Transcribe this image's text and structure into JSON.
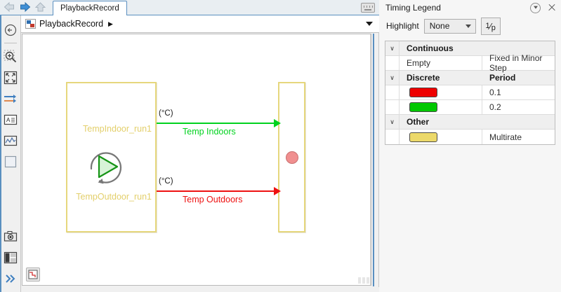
{
  "editor": {
    "tabbar": {
      "back_icon": "back-arrow-icon",
      "forward_icon": "forward-arrow-icon",
      "up_icon": "up-arrow-icon",
      "tab_label": "PlaybackRecord",
      "keyboard_icon": "keyboard-icon"
    },
    "breadcrumb": {
      "model_icon": "model-icon",
      "label": "PlaybackRecord",
      "caret": "▶",
      "dropdown_icon": "chevron-down-icon"
    },
    "toolbar": {
      "items": [
        {
          "name": "navigate-back-icon",
          "tooltip": "Navigate back"
        },
        {
          "name": "zoom-in-icon",
          "tooltip": "Zoom"
        },
        {
          "name": "fit-to-view-icon",
          "tooltip": "Fit to view"
        },
        {
          "name": "signal-lines-icon",
          "tooltip": "Signals"
        },
        {
          "name": "annotation-icon",
          "tooltip": "Annotation"
        },
        {
          "name": "scope-icon",
          "tooltip": "Scope"
        },
        {
          "name": "blank-block-icon",
          "tooltip": "Block"
        },
        {
          "name": "camera-icon",
          "tooltip": "Snapshot"
        },
        {
          "name": "layout-panels-icon",
          "tooltip": "Layout"
        },
        {
          "name": "more-chevrons-icon",
          "tooltip": "More"
        }
      ]
    },
    "canvas": {
      "blocks": [
        {
          "name": "playback-block",
          "port_labels": [
            "TempIndoor_run1",
            "TempOutdoor_run1"
          ],
          "glyph": "playback-play-loop-icon"
        },
        {
          "name": "sink-block",
          "glyph": "sink-dot-icon"
        }
      ],
      "signals": [
        {
          "unit": "(°C)",
          "label": "Temp Indoors",
          "color": "#00d21e"
        },
        {
          "unit": "(°C)",
          "label": "Temp Outdoors",
          "color": "#ee1111"
        }
      ],
      "block_border_color": "#e6d77d",
      "port_label_color": "#e3cf6b",
      "scope_badge_icon": "step-plot-icon",
      "resize_grip_icon": "resize-grip-icon"
    }
  },
  "legend": {
    "title": "Timing Legend",
    "menu_icon": "panel-menu-icon",
    "close_icon": "close-icon",
    "highlight_label": "Highlight",
    "highlight_value": "None",
    "inverse_period_button": {
      "numerator": "1",
      "slash": "⁄",
      "denominator": "p"
    },
    "table": {
      "rows": [
        {
          "kind": "group",
          "twisty": "∨",
          "c1": "Continuous",
          "c2": ""
        },
        {
          "kind": "item",
          "twisty": "",
          "c1": "Empty",
          "c2": "Fixed in Minor Step"
        },
        {
          "kind": "group",
          "twisty": "∨",
          "c1": "Discrete",
          "c2": "Period"
        },
        {
          "kind": "swatch",
          "twisty": "",
          "color": "#ee0000",
          "c2": "0.1"
        },
        {
          "kind": "swatch",
          "twisty": "",
          "color": "#00c800",
          "c2": "0.2"
        },
        {
          "kind": "group",
          "twisty": "∨",
          "c1": "Other",
          "c2": ""
        },
        {
          "kind": "swatch",
          "twisty": "",
          "color": "#ecd96a",
          "c2": "Multirate"
        }
      ]
    }
  }
}
